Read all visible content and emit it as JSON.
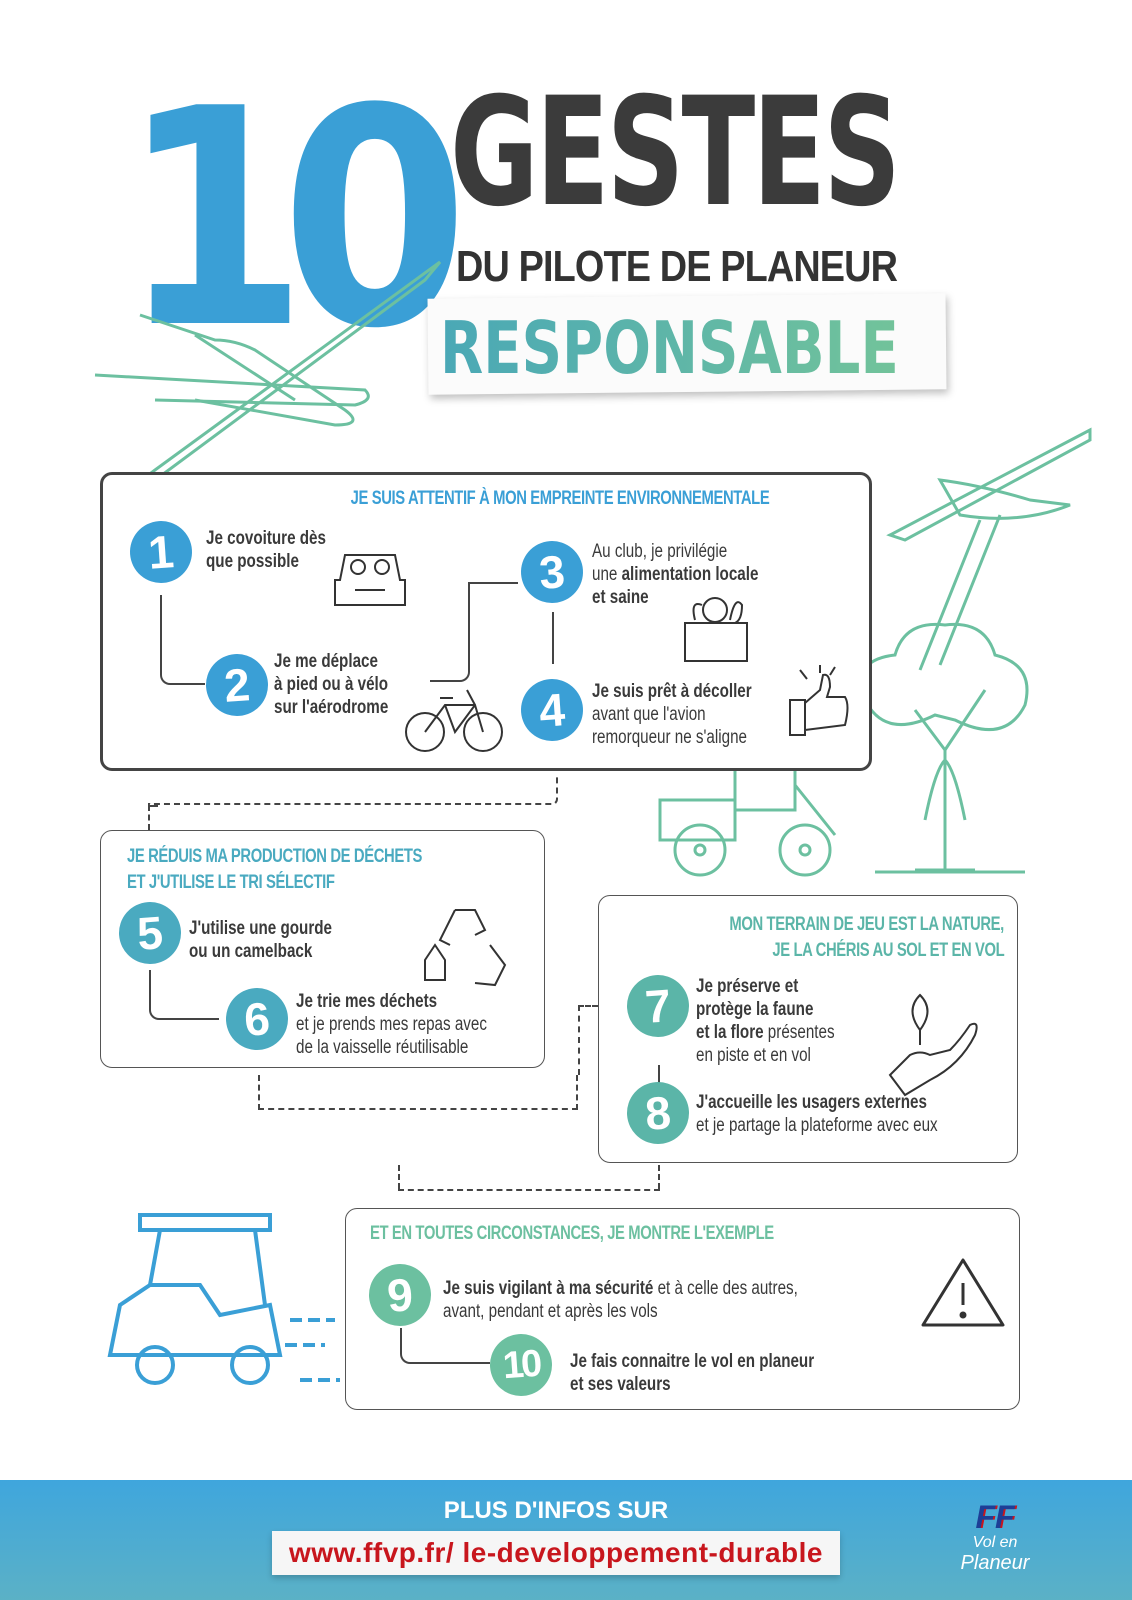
{
  "title": {
    "number": "10",
    "word": "GESTES",
    "subtitle": "DU PILOTE DE PLANEUR",
    "tag": "RESPONSABLE"
  },
  "colors": {
    "blue": "#3a9fd6",
    "teal": "#4aaac0",
    "sea": "#5bb5a8",
    "green": "#6cc0a0",
    "dark": "#3b3b3b",
    "url": "#c8161d"
  },
  "sections": [
    {
      "heading": [
        "JE SUIS ATTENTIF À  MON EMPREINTE ENVIRONNEMENTALE"
      ]
    },
    {
      "heading": [
        "JE RÉDUIS MA PRODUCTION DE DÉCHETS",
        "ET  J'UTILISE LE TRI SÉLECTIF"
      ]
    },
    {
      "heading": [
        "MON TERRAIN DE JEU EST LA NATURE,",
        "JE LA CHÉRIS AU SOL ET EN VOL"
      ]
    },
    {
      "heading": [
        "ET EN TOUTES CIRCONSTANCES, JE MONTRE L'EXEMPLE"
      ]
    }
  ],
  "items": [
    {
      "n": "1",
      "l1": "Je covoiture dès",
      "l2": "que possible"
    },
    {
      "n": "2",
      "l1": "Je me déplace",
      "l2": "à pied ou à vélo",
      "l3": "sur l'aérodrome"
    },
    {
      "n": "3",
      "l1": "Au club, je privilégie",
      "l2a": "une ",
      "l2b": "alimentation locale",
      "l3": "et saine"
    },
    {
      "n": "4",
      "l1": "Je suis prêt à décoller",
      "l2": "avant que l'avion",
      "l3": "remorqueur ne s'aligne"
    },
    {
      "n": "5",
      "l1": "J'utilise une gourde",
      "l2": "ou un camelback"
    },
    {
      "n": "6",
      "l1": "Je trie mes déchets",
      "l2": "et je prends mes repas avec",
      "l3": "de la vaisselle réutilisable"
    },
    {
      "n": "7",
      "l1": "Je préserve et",
      "l2": "protège la faune",
      "l3a": "et la flore",
      "l3b": " présentes",
      "l4": "en piste et en vol"
    },
    {
      "n": "8",
      "l1": "J'accueille les usagers externes",
      "l2": "et je partage la plateforme avec eux"
    },
    {
      "n": "9",
      "l1a": "Je suis vigilant à ma sécurité",
      "l1b": " et à celle des autres,",
      "l2": "avant, pendant et après les vols"
    },
    {
      "n": "10",
      "l1": "Je fais connaitre le vol en planeur",
      "l2": "et ses valeurs"
    }
  ],
  "footer": {
    "label": "PLUS D'INFOS SUR",
    "url": "www.ffvp.fr/ le-developpement-durable",
    "logo_ff": "FF",
    "logo_line1": "Vol en",
    "logo_line2": "Planeur"
  }
}
